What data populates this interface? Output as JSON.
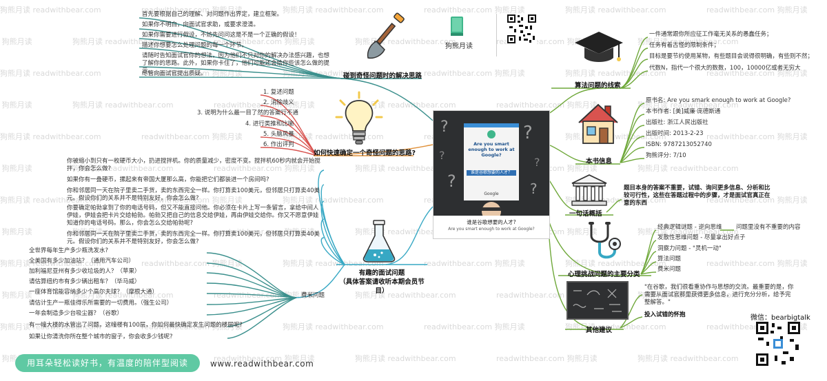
{
  "brand": {
    "name": "狗熊月读",
    "website": "www.readwithbear.com",
    "slogan": "用耳朵轻松读好书，有温度的陪伴型阅读",
    "wechat": "微信：bearbigtalk",
    "watermark_a": "狗熊月读",
    "watermark_b": "readwithbear.com"
  },
  "colors": {
    "teal": "#3a8f8c",
    "green": "#6fa83a",
    "orange": "#e0913a",
    "red": "#d9534f",
    "yellow": "#f2c94c",
    "cyan": "#37a8c4",
    "slogan": "#5fc9a3"
  },
  "center": {
    "cover_title": "Are you smart enough to work at Google?",
    "cover_title_cn": "谁是谷歌想要的人才？",
    "caption_cn": "谁是谷歌想要的人才?",
    "caption_en": "Are you smart enough to work at Google?"
  },
  "branches": {
    "strange_questions": {
      "title": "碰到奇怪问题时的解决思路",
      "icon": "shovel-icon",
      "items": [
        "首先要根据自己的理解、对问题作出界定，建立框架。",
        "如果你不明白，向面试官求助，或要求澄清。",
        "如果你需要进行假设，不妨先问问这是不是一个正确的假设！",
        "描述你想要怎么处理问题的每一个环节。",
        "请随时告知面试官你的想法，因为他们不只对你的解决办法感兴趣，也想了解你的思路。此外，如果你卡住了，他们可能还会给你些该怎么做的提示。",
        "尽管向面试官提出质疑。"
      ]
    },
    "quick_approach": {
      "title": "如何快速确定一个奇怪问题的思路?",
      "icon": "lightbulb-icon",
      "items": [
        "1. 复述问题",
        "2. 消除歧义",
        "3. 说明为什么最一目了然的答案行不通",
        "4. 进行类推和比喻",
        "5. 头脑风暴",
        "6. 作出评判"
      ]
    },
    "interesting": {
      "title": "有趣的面试问题\n（具体答案请收听本期会员节目）",
      "icon": "flask-icon",
      "items": [
        "你被缩小到只有一枚硬币大小，扔进搅拌机。你的质量减少，密度不变。搅拌机60秒内就会开始搅拌，你会怎么做?",
        "如果你有一叠硬币，摞起来有帝国大厦那么高，你能把它们都装进一个房间吗?",
        "你和邻居同一天在院子里卖二手货，卖的东西完全一样。你打算卖100美元，但邻居只打算卖40美元。假设你们的关系并不是特别友好，你会怎么做?",
        "你要确定帕勃拿到了你的电话号码，但又不能直接问他。你必须在卡片上写一条留言，拿给中间人伊娃，伊娃会把卡片交给帕勃。帕勃又把自己的信息交给伊娃，再由伊娃交给你。你又不愿意伊娃知道你的电话号码。那么，你会怎么交给帕勃呢?",
        "你和邻居同一天在院子里卖二手货，卖的东西完全一样。你打算卖100美元，但邻居只打算卖40美元。假设你们的关系并不是特别友好，你会怎么做?"
      ],
      "estimation": {
        "label": "费米问题",
        "items": [
          "全世界每年生产多少瓶洗发水?",
          "全美国有多少加油站？（通用汽车公司）",
          "加利福尼亚州有多少收垃圾的人？（苹果）",
          "请估算纽约市有多少辆出租车？（毕马威）",
          "一座体育馆能容纳多少个高尔夫球？（摩根大通）",
          "请估计生产一瓶佳得乐所需要的一切费用。（强生公司）",
          "一年会制造多少台吸尘器？（谷歌）",
          "有一幢大楼的水管出了问题，这幢楼有100层，你如何最快确定发生问题的楼层呢?",
          "如果让你清洗你所在整个城市的窗子，你会收多少钱呢?"
        ]
      }
    },
    "algorithm": {
      "title": "算法问题的线索",
      "icon": "graduation-cap-icon",
      "items": [
        "一件通常跟你所应征工作毫无关系的愚蠢任务；",
        "任务有着古怪的限制条件；",
        "目标是要节约使用某物，有些题目会说得很明确，有些则不然；",
        "代数N，指代一个很大的数数，100，10000亿或者无穷大"
      ]
    },
    "book_info": {
      "title": "本书信息",
      "icon": "house-icon",
      "items": [
        "原书名: Are you smark enough to work at Google?",
        "本书作者: [美]威廉·庞德斯通",
        "出版社: 浙江人民出版社",
        "出版时间: 2013-2-23",
        "ISBN: 9787213052740",
        "狗熊评分: 7/10"
      ]
    },
    "summary": {
      "title": "一句话概括",
      "icon": "bank-icon",
      "text": "题目本身的答案不重要，试错、询问更多信息、分析和比较可行性，这些在答题过程中的步骤，才是面试官真正在意的东西"
    },
    "psychology": {
      "title": "心理挑战问题的主要分类",
      "icon": "stethoscope-icon",
      "items": [
        "经典逻辑谜题 - 逆向思维",
        "发散性思维问题 - 尽量拿出好点子",
        "洞察力问题 - \"灵机一动\"",
        "算法问题",
        "费米问题"
      ],
      "note": "问题里没有不重要的内容"
    },
    "other": {
      "title": "其他建议",
      "icon": "chalkboard-icon",
      "quote": "\"在谷歌，我们很看重协作与思想的交流。最重要的是，你需要从面试官那里获得更多信息，进行充分分析，给予完整解答。\"",
      "label": "投入试错的怀抱"
    }
  }
}
